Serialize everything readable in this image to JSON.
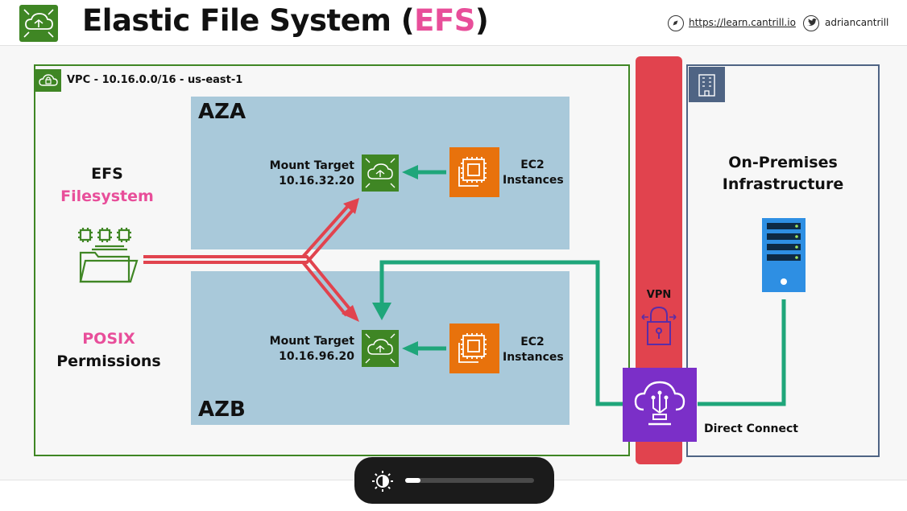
{
  "header": {
    "title_main": "Elastic File System (",
    "title_accent": "EFS",
    "title_close": ")",
    "link_url": "https://learn.cantrill.io",
    "link_handle": "adriancantrill",
    "link_icon": "compass-icon",
    "handle_icon": "twitter-icon"
  },
  "vpc": {
    "label": "VPC - 10.16.0.0/16 - us-east-1",
    "icon": "lock-cloud-icon"
  },
  "efs": {
    "line1": "EFS",
    "line2": "Filesystem",
    "icon": "folder-chip-icon"
  },
  "posix": {
    "line1": "POSIX",
    "line2": "Permissions"
  },
  "aza": {
    "label": "AZA",
    "mount_title": "Mount Target",
    "mount_ip": "10.16.32.20",
    "ec2_line1": "EC2",
    "ec2_line2": "Instances"
  },
  "azb": {
    "label": "AZB",
    "mount_title": "Mount Target",
    "mount_ip": "10.16.96.20",
    "ec2_line1": "EC2",
    "ec2_line2": "Instances"
  },
  "onprem": {
    "line1": "On-Premises",
    "line2": "Infrastructure",
    "icon": "building-icon",
    "server_icon": "server-icon"
  },
  "vpn": {
    "label": "VPN",
    "icon": "padlock-icon"
  },
  "direct_connect": {
    "label": "Direct Connect",
    "icon": "direct-connect-icon"
  },
  "player": {
    "icon": "brightness-icon",
    "level": 0.12
  },
  "colors": {
    "green": "#3f8624",
    "pink": "#e84e9a",
    "red_link": "#e1434e",
    "teal_link": "#1fa67a",
    "purple": "#7b2fc8",
    "orange": "#e8720c",
    "az_fill": "#a9c9da",
    "navy": "#4f6484",
    "server_blue": "#2e8fe3"
  }
}
